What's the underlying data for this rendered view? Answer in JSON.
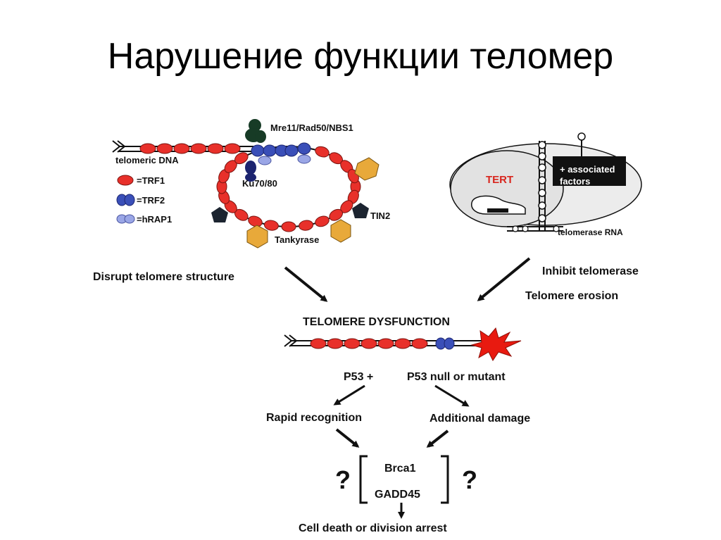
{
  "slide": {
    "title": "Нарушение функции теломер"
  },
  "diagram": {
    "left_panel": {
      "complex_label": "Mre11/Rad50/NBS1",
      "dna_label": "telomeric DNA",
      "ku_label": "Ku70/80",
      "tin2_label": "TIN2",
      "tankyrase_label": "Tankyrase",
      "legend": [
        {
          "label": "=TRF1",
          "color": "#e8302a"
        },
        {
          "label": "=TRF2",
          "color": "#3a4fb8"
        },
        {
          "label": "=hRAP1",
          "color": "#9aa6e6"
        }
      ]
    },
    "right_panel": {
      "tert_label": "TERT",
      "factors_line1": "+ associated",
      "factors_line2": "factors",
      "rna_label": "telomerase RNA"
    },
    "flow": {
      "disrupt": "Disrupt telomere structure",
      "inhibit": "Inhibit telomerase",
      "erosion": "Telomere erosion",
      "dysfunction": "TELOMERE DYSFUNCTION",
      "p53_plus": "P53 +",
      "p53_null": "P53 null or mutant",
      "rapid": "Rapid recognition",
      "additional": "Additional damage",
      "brca": "Brca1",
      "gadd": "GADD45",
      "question": "?",
      "outcome": "Cell death or division arrest"
    }
  }
}
